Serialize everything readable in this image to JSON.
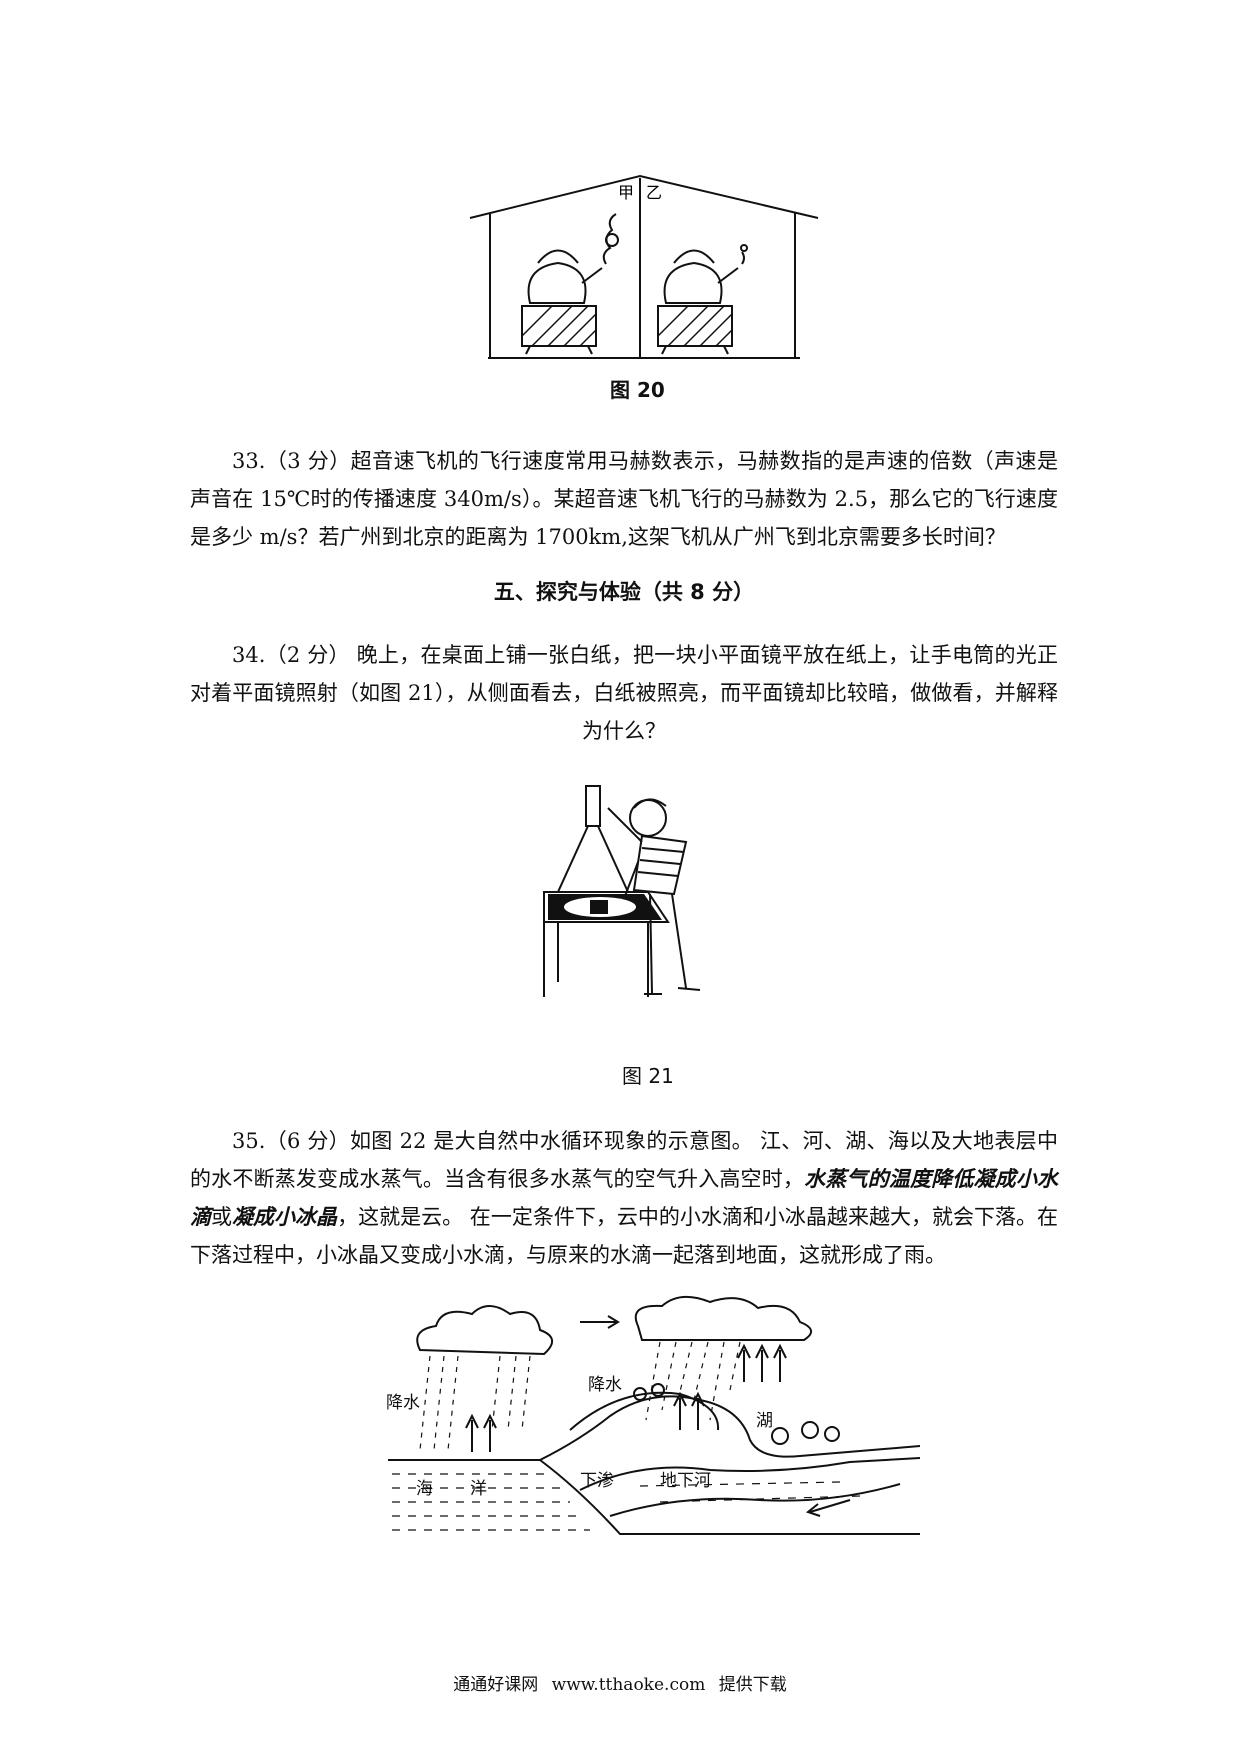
{
  "fig20": {
    "label_jia": "甲",
    "label_yi": "乙",
    "caption": "图 20"
  },
  "q33": {
    "text": "33.（3 分）超音速飞机的飞行速度常用马赫数表示，马赫数指的是声速的倍数（声速是声音在 15℃时的传播速度 340m/s）。某超音速飞机飞行的马赫数为 2.5，那么它的飞行速度是多少 m/s？若广州到北京的距离为 1700km,这架飞机从广州飞到北京需要多长时间？"
  },
  "section5": {
    "title": "五、探究与体验（共 8 分）"
  },
  "q34": {
    "text": "34.（2 分） 晚上，在桌面上铺一张白纸，把一块小平面镜平放在纸上，让手电筒的光正对着平面镜照射（如图 21），从侧面看去，白纸被照亮，而平面镜却比较暗，做做看，并解释为什么？"
  },
  "fig21": {
    "caption": "图 21"
  },
  "q35": {
    "part1": "35.（6 分）如图 22 是大自然中水循环现象的示意图。 江、河、湖、海以及大地表层中的水不断蒸发变成水蒸气。当含有很多水蒸气的空气升入高空时，",
    "emph1": "水蒸气的温度降低凝成小水滴",
    "part2": "或",
    "emph2": "凝成小冰晶",
    "part3": "，这就是云。 在一定条件下，云中的小水滴和小冰晶越来越大，就会下落。在下落过程中，小冰晶又变成小水滴，与原来的水滴一起落到地面，这就形成了雨。"
  },
  "fig22": {
    "label_rain_left": "降水",
    "label_rain_mid": "降水",
    "label_lake": "湖",
    "label_sea_1": "海",
    "label_sea_2": "洋",
    "label_seep": "下渗",
    "label_river": "地下河"
  },
  "footer": {
    "site_name": "通通好课网",
    "url": "www.tthaoke.com",
    "suffix": "提供下载"
  }
}
